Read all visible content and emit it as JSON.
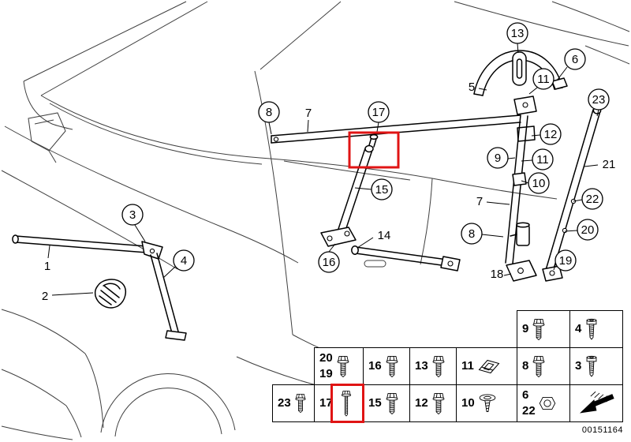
{
  "document": {
    "id_number": "00151164"
  },
  "colors": {
    "highlight": "#e01414"
  },
  "diagram": {
    "highlighted_item": "17",
    "callouts": [
      "13",
      "6",
      "11",
      "5",
      "23",
      "8",
      "7",
      "17",
      "12",
      "9",
      "11",
      "21",
      "10",
      "15",
      "22",
      "7",
      "3",
      "20",
      "8",
      "14",
      "19",
      "16",
      "4",
      "1",
      "18",
      "2"
    ]
  },
  "fastener_table": {
    "upper_row": [
      {
        "ids": [
          "20",
          "19"
        ],
        "icon": "hex-flange-bolt"
      },
      {
        "ids": [
          "16"
        ],
        "icon": "hex-flange-bolt"
      },
      {
        "ids": [
          "13"
        ],
        "icon": "hex-flange-bolt"
      },
      {
        "ids": [
          "11"
        ],
        "icon": "sheet-metal-clip"
      }
    ],
    "lower_row": [
      {
        "ids": [
          "23"
        ],
        "icon": "hex-flange-bolt"
      },
      {
        "ids": [
          "17"
        ],
        "icon": "long-hex-bolt",
        "highlighted": true
      },
      {
        "ids": [
          "15"
        ],
        "icon": "hex-flange-bolt"
      },
      {
        "ids": [
          "12"
        ],
        "icon": "hex-flange-bolt"
      },
      {
        "ids": [
          "10"
        ],
        "icon": "washer-head-screw"
      }
    ],
    "right_block": [
      {
        "ids": [
          "9"
        ],
        "icon": "hex-flange-bolt"
      },
      {
        "ids": [
          "4"
        ],
        "icon": "cap-screw"
      },
      {
        "ids": [
          "8"
        ],
        "icon": "hex-flange-bolt"
      },
      {
        "ids": [
          "3"
        ],
        "icon": "cap-screw"
      },
      {
        "ids": [
          "6",
          "22"
        ],
        "icon": "hex-nut"
      },
      {
        "ids": [],
        "icon": "direction-arrow"
      }
    ]
  }
}
